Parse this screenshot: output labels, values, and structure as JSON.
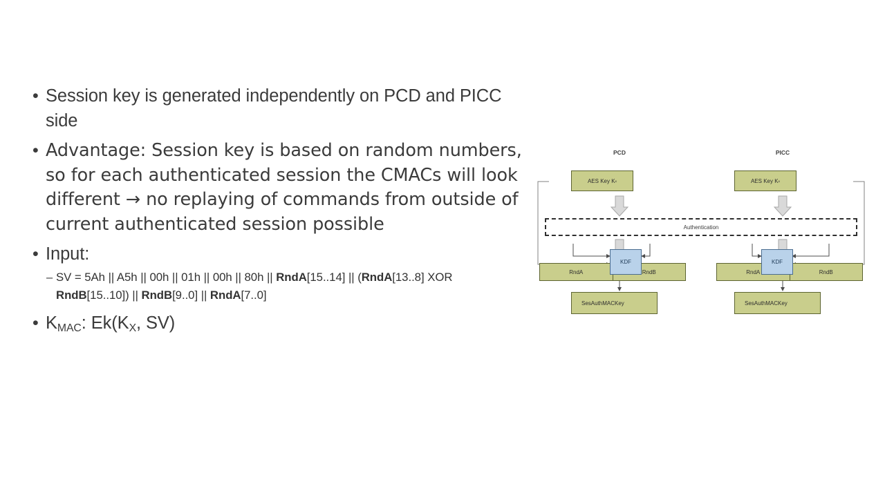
{
  "slide": {
    "bullets": [
      {
        "marker": "•",
        "text": "Session key is generated independently on PCD and PICC side"
      },
      {
        "marker": "•",
        "text": "Advantage: Session key is based on random numbers, so for each authenticated session the CMACs will look different → no replaying of commands from outside of current authenticated session possible"
      },
      {
        "marker": "•",
        "text": "Input:"
      }
    ],
    "sub_bullet": {
      "marker": "–",
      "prefix": "SV = 5Ah || A5h || 00h || 01h || 00h || 80h || ",
      "seg_rnda1": "RndA",
      "idx1": "[15..14] || (",
      "seg_rnda2": "RndA",
      "idx2": "[13..8] XOR ",
      "seg_rndb1": "RndB",
      "idx3": "[15..10]) || ",
      "seg_rndb2": "RndB",
      "idx4": "[9..0] || ",
      "seg_rnda3": "RndA",
      "idx5": "[7..0]"
    },
    "kmac_line": {
      "marker": "•",
      "k": "K",
      "k_sub": "MAC",
      "mid": ": Ek(K",
      "mid_sub": "X",
      "tail": ", SV)"
    }
  },
  "diagram": {
    "columns": [
      {
        "header": "PCD"
      },
      {
        "header": "PICC"
      }
    ],
    "key_box_label": "AES Key K",
    "key_box_sub": "x",
    "auth_label": "Authentication",
    "rnd_a_label": "RndA",
    "rnd_b_label": "RndB",
    "kdf_label": "KDF",
    "ses_key_label": "SesAuthMACKey",
    "colors": {
      "olive_fill": "#c9ce8c",
      "olive_border": "#5c6330",
      "kdf_fill": "#b9d2ea",
      "kdf_border": "#4a6c90",
      "arrow_fill": "#d9d9d9",
      "arrow_border": "#a6a6a6",
      "line": "#808080",
      "dashed_border": "#2e2e2e"
    }
  }
}
